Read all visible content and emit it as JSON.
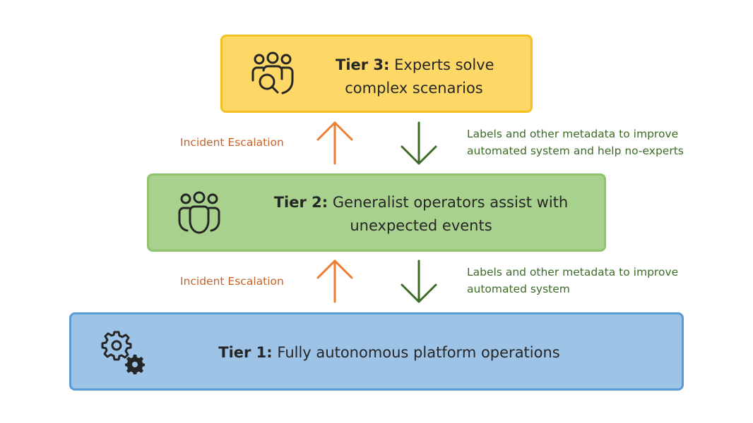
{
  "tiers": {
    "tier3": {
      "title": "Tier 3:",
      "line1": "Experts solve",
      "line2": "complex scenarios",
      "icon": "people-search-icon"
    },
    "tier2": {
      "title": "Tier 2:",
      "line1": "Generalist operators assist with",
      "line2": "unexpected events",
      "icon": "people-group-icon"
    },
    "tier1": {
      "title": "Tier 1:",
      "line1": "Fully autonomous platform operations",
      "icon": "gears-icon"
    }
  },
  "connectors": {
    "upper": {
      "escalation": "Incident Escalation",
      "feedback_line1": "Labels and other metadata to improve",
      "feedback_line2": "automated system and help no-experts"
    },
    "lower": {
      "escalation": "Incident Escalation",
      "feedback_line1": "Labels and other metadata to improve",
      "feedback_line2": "automated system"
    }
  },
  "colors": {
    "tier3_fill": "#fdd866",
    "tier2_fill": "#a9d18e",
    "tier1_fill": "#9dc3e6",
    "escalation_arrow": "#ed7d31",
    "feedback_arrow": "#3d6b26"
  }
}
